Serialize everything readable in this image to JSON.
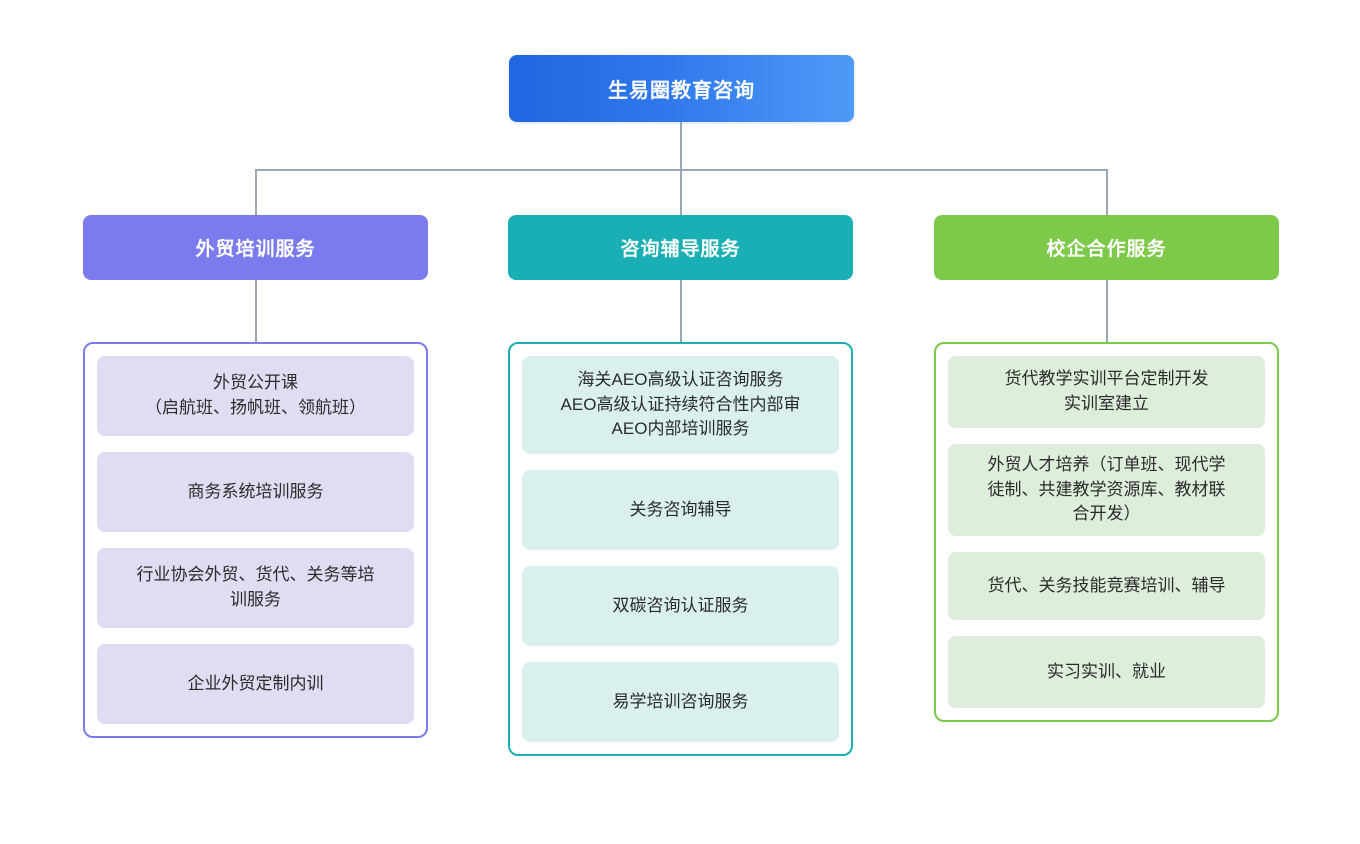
{
  "root": {
    "label": "生易圈教育咨询",
    "color_start": "#1f66e0",
    "color_end": "#4d9bf7"
  },
  "connector_color": "#9aa7b4",
  "columns": [
    {
      "header": "外贸培训服务",
      "accent": "#7b7bee",
      "card_bg": "#e0dcf2",
      "items": [
        "外贸公开课\n（启航班、扬帆班、领航班）",
        "商务系统培训服务",
        "行业协会外贸、货代、关务等培\n训服务",
        "企业外贸定制内训"
      ]
    },
    {
      "header": "咨询辅导服务",
      "accent": "#1aafb5",
      "card_bg": "#d9f0ef",
      "items": [
        "海关AEO高级认证咨询服务\nAEO高级认证持续符合性内部审\nAEO内部培训服务",
        "关务咨询辅导",
        "双碳咨询认证服务",
        "易学培训咨询服务"
      ]
    },
    {
      "header": "校企合作服务",
      "accent": "#7dc94a",
      "card_bg": "#ddeedb",
      "items": [
        "货代教学实训平台定制开发\n实训室建立",
        "外贸人才培养（订单班、现代学\n徒制、共建教学资源库、教材联\n合开发）",
        "货代、关务技能竞赛培训、辅导",
        "实习实训、就业"
      ]
    }
  ]
}
